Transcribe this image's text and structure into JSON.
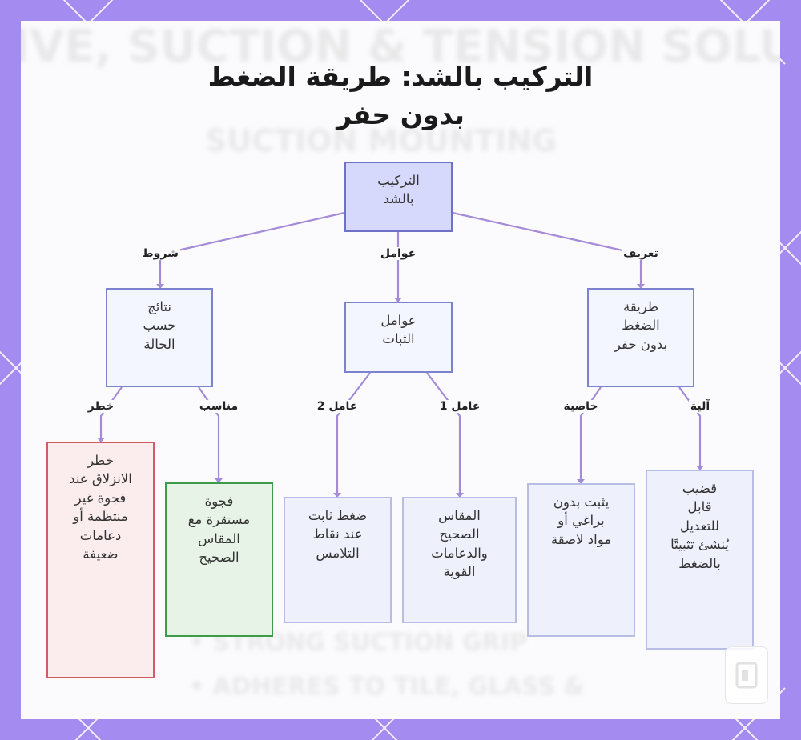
{
  "title": {
    "line1": "التركيب بالشد: طريقة الضغط",
    "line2": "بدون حفر"
  },
  "background_text": {
    "banner": "IVE, SUCTION & TENSION SOLU",
    "subtitle": "SUCTION MOUNTING",
    "bullet1": "• STRONG SUCTION GRIP",
    "bullet2": "• ADHERES TO TILE, GLASS &"
  },
  "nodes": {
    "root": "التركيب\nبالشد",
    "def": "طريقة\nالضغط\nبدون حفر",
    "factors": "عوامل\nالثبات",
    "results": "نتائج\nحسب\nالحالة",
    "mechanism": "قضيب\nقابل\nللتعديل\nيُنشئ تثبيتًا\nبالضغط",
    "feature": "يثبت بدون\nبراغي أو\nمواد لاصقة",
    "factor1": "المقاس\nالصحيح\nوالدعامات\nالقوية",
    "factor2": "ضغط ثابت\nعند نقاط\nالتلامس",
    "suitable": "فجوة\nمستقرة مع\nالمقاس\nالصحيح",
    "danger": "خطر\nالانزلاق عند\nفجوة غير\nمنتظمة أو\nدعامات\nضعيفة"
  },
  "edges": {
    "definition": "تعريف",
    "factors": "عوامل",
    "conditions": "شروط",
    "mechanism": "آلية",
    "feature": "خاصية",
    "factor1": "عامل 1",
    "factor2": "عامل 2",
    "suitable": "مناسب",
    "danger": "خطر"
  },
  "colors": {
    "frame": "#a48bef",
    "root_fill": "#d6d9fc",
    "root_stroke": "#6d72c8",
    "level_fill": "#f3f5ff",
    "level_stroke": "#7b82cf",
    "leaf_fill": "#eef0fb",
    "leaf_stroke": "#b7bde4",
    "suitable_fill": "#e7f3e7",
    "suitable_stroke": "#3e9b4a",
    "danger_fill": "#fbeced",
    "danger_stroke": "#d45a63",
    "connector": "#a58ad8"
  }
}
